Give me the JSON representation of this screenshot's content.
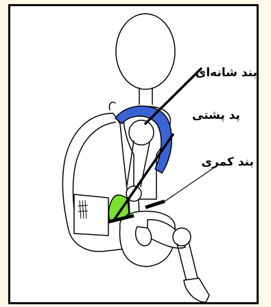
{
  "diagram": {
    "labels": {
      "shoulder_strap": "بند شانه‌ای",
      "back_pad": "پد پشتی",
      "waist_strap": "بند کمری"
    },
    "colors": {
      "shoulder_strap": "#3a63d6",
      "hip_pad": "#7be02a",
      "frame_border": "#000000",
      "outer_background": "#fdf8e8"
    }
  }
}
